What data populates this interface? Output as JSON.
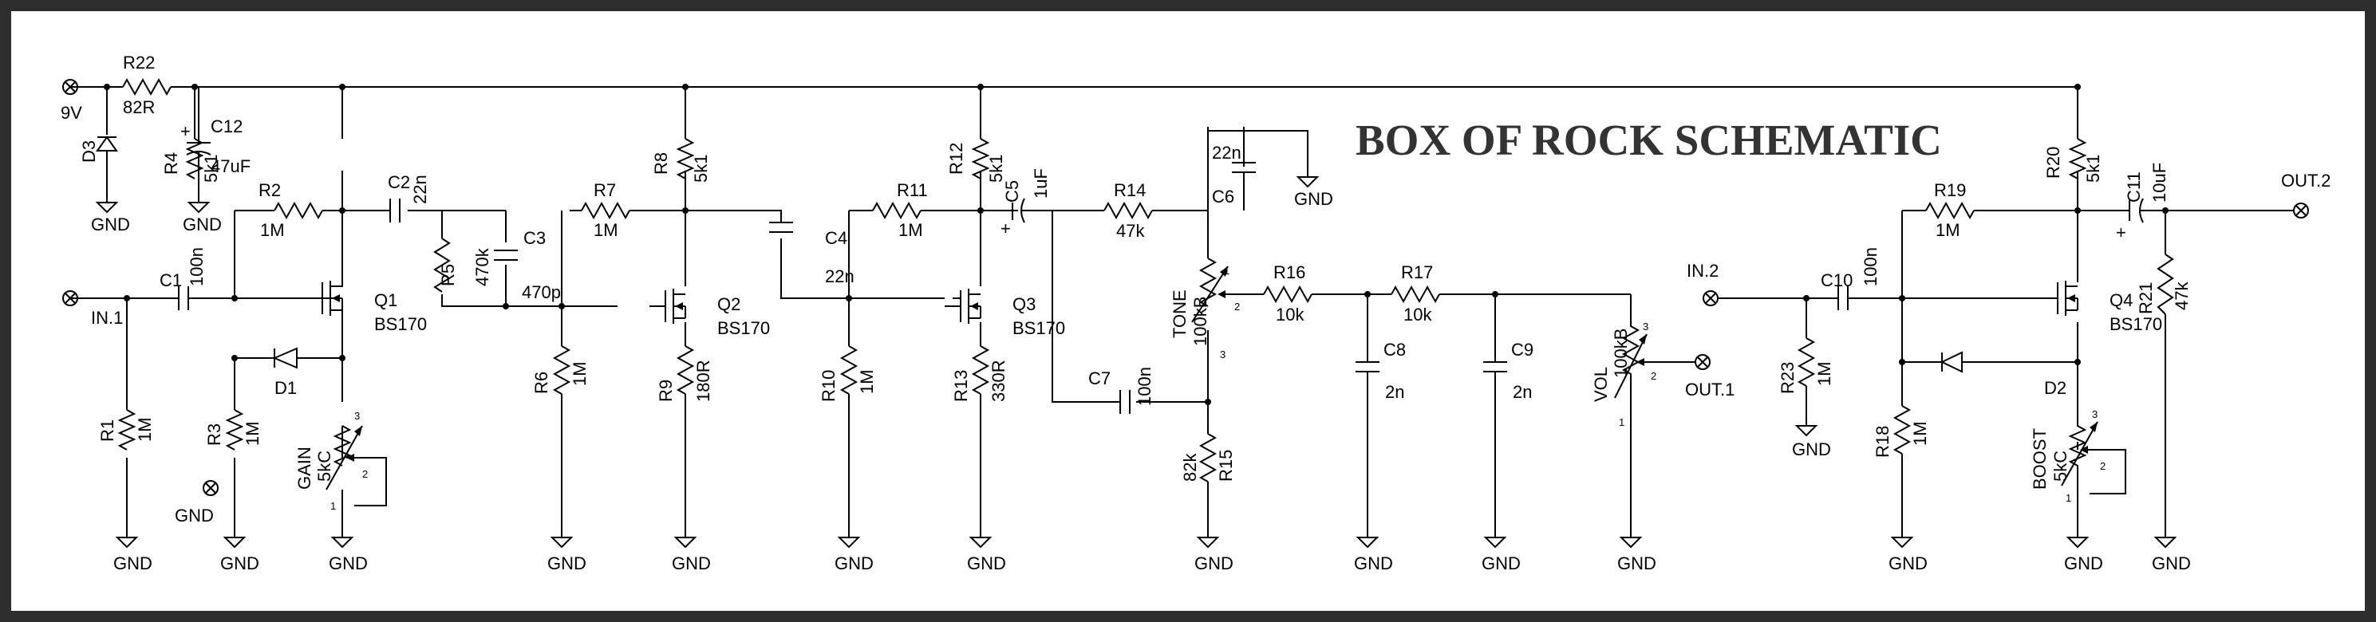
{
  "title": "BOX OF ROCK SCHEMATIC",
  "gnd": "GND",
  "terminals": {
    "supply": "9V",
    "in1": "IN.1",
    "in2": "IN.2",
    "out1": "OUT.1",
    "out2": "OUT.2"
  },
  "resistors": {
    "R22": {
      "ref": "R22",
      "value": "82R"
    },
    "R1": {
      "ref": "R1",
      "value": "1M"
    },
    "R2": {
      "ref": "R2",
      "value": "1M"
    },
    "R3": {
      "ref": "R3",
      "value": "1M"
    },
    "R4": {
      "ref": "R4",
      "value": "5k1"
    },
    "R5": {
      "ref": "R5",
      "value": "470k"
    },
    "R6": {
      "ref": "R6",
      "value": "1M"
    },
    "R7": {
      "ref": "R7",
      "value": "1M"
    },
    "R8": {
      "ref": "R8",
      "value": "5k1"
    },
    "R9": {
      "ref": "R9",
      "value": "180R"
    },
    "R10": {
      "ref": "R10",
      "value": "1M"
    },
    "R11": {
      "ref": "R11",
      "value": "1M"
    },
    "R12": {
      "ref": "R12",
      "value": "5k1"
    },
    "R13": {
      "ref": "R13",
      "value": "330R"
    },
    "R14": {
      "ref": "R14",
      "value": "47k"
    },
    "R15": {
      "ref": "R15",
      "value": "82k"
    },
    "R16": {
      "ref": "R16",
      "value": "10k"
    },
    "R17": {
      "ref": "R17",
      "value": "10k"
    },
    "R18": {
      "ref": "R18",
      "value": "1M"
    },
    "R19": {
      "ref": "R19",
      "value": "1M"
    },
    "R20": {
      "ref": "R20",
      "value": "5k1"
    },
    "R21": {
      "ref": "R21",
      "value": "47k"
    },
    "R23": {
      "ref": "R23",
      "value": "1M"
    }
  },
  "capacitors": {
    "C1": {
      "ref": "C1",
      "value": "100n"
    },
    "C2": {
      "ref": "C2",
      "value": "22n"
    },
    "C3": {
      "ref": "C3",
      "value": "470p"
    },
    "C4": {
      "ref": "C4",
      "value": "22n"
    },
    "C5": {
      "ref": "C5",
      "value": "1uF"
    },
    "C6": {
      "ref": "C6",
      "value": "22n"
    },
    "C7": {
      "ref": "C7",
      "value": "100n"
    },
    "C8": {
      "ref": "C8",
      "value": "2n"
    },
    "C9": {
      "ref": "C9",
      "value": "2n"
    },
    "C10": {
      "ref": "C10",
      "value": "100n"
    },
    "C11": {
      "ref": "C11",
      "value": "10uF"
    },
    "C12": {
      "ref": "C12",
      "value": "47uF"
    }
  },
  "transistors": {
    "Q1": {
      "ref": "Q1",
      "value": "BS170"
    },
    "Q2": {
      "ref": "Q2",
      "value": "BS170"
    },
    "Q3": {
      "ref": "Q3",
      "value": "BS170"
    },
    "Q4": {
      "ref": "Q4",
      "value": "BS170"
    }
  },
  "diodes": {
    "D1": "D1",
    "D2": "D2",
    "D3": "D3"
  },
  "pots": {
    "gain": {
      "name": "GAIN",
      "value": "5kC"
    },
    "tone": {
      "name": "TONE",
      "value": "100kB"
    },
    "vol": {
      "name": "VOL",
      "value": "100kB"
    },
    "boost": {
      "name": "BOOST",
      "value": "5kC"
    }
  },
  "pins": {
    "p1": "1",
    "p2": "2",
    "p3": "3"
  }
}
